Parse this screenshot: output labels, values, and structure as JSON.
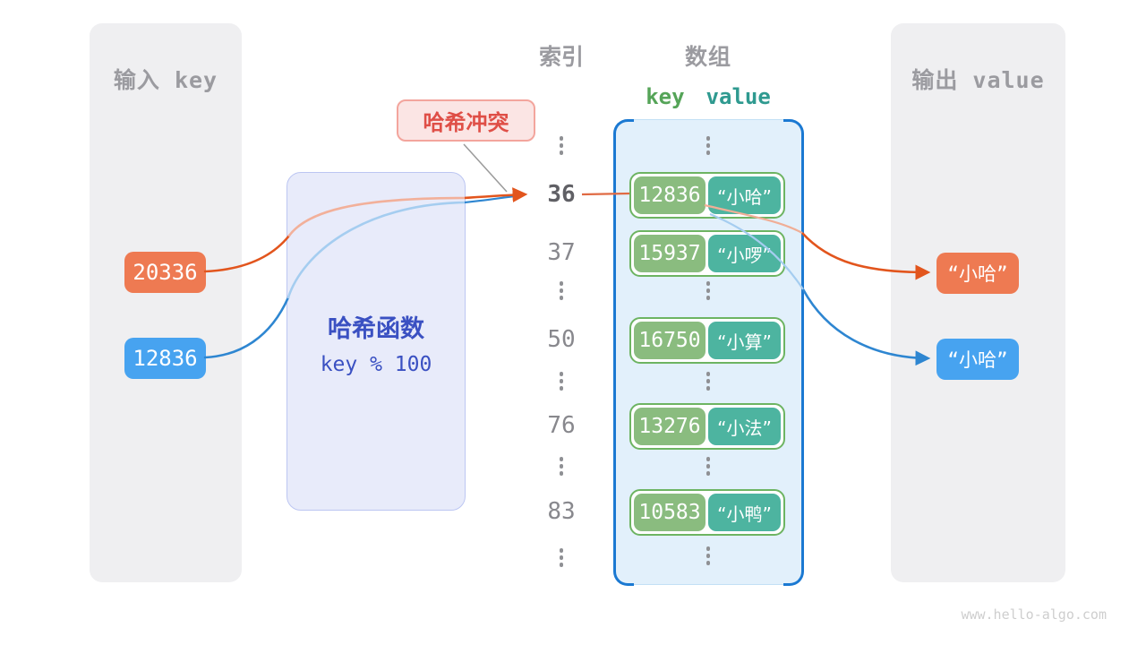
{
  "colors": {
    "input_key_1": "#ee7a52",
    "input_key_2": "#47a3f0",
    "arrow_orange": "#e2551d",
    "arrow_blue": "#2e86d1",
    "array_key_cell": "#8abc7f",
    "array_value_cell": "#4db4a0",
    "hash_box_text": "#3a50c2",
    "collision_text": "#df4f47",
    "array_border": "#1b79d2"
  },
  "input_panel": {
    "title": "输入 key",
    "keys": [
      "20336",
      "12836"
    ]
  },
  "hash_box": {
    "title": "哈希函数",
    "formula": "key % 100"
  },
  "collision": {
    "label": "哈希冲突"
  },
  "index_column": {
    "title": "索引",
    "items": [
      "36",
      "37",
      "50",
      "76",
      "83"
    ],
    "highlighted": "36"
  },
  "array": {
    "title": "数组",
    "key_header": "key",
    "value_header": "value",
    "rows": [
      {
        "key": "12836",
        "value": "“小哈”"
      },
      {
        "key": "15937",
        "value": "“小啰”"
      },
      {
        "key": "16750",
        "value": "“小算”"
      },
      {
        "key": "13276",
        "value": "“小法”"
      },
      {
        "key": "10583",
        "value": "“小鸭”"
      }
    ]
  },
  "output_panel": {
    "title": "输出 value",
    "values": [
      "“小哈”",
      "“小哈”"
    ]
  },
  "watermark": "www.hello-algo.com"
}
